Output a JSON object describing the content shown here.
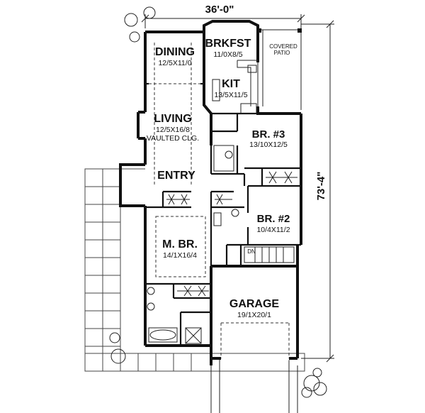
{
  "dimensions": {
    "width": "36'-0\"",
    "depth": "73'-4\""
  },
  "rooms": {
    "dining": {
      "name": "DINING",
      "size": "12/5X11/0"
    },
    "breakfast": {
      "name": "BRKFST",
      "size": "11/0X8/5"
    },
    "covered_patio": {
      "name_line1": "COVERED",
      "name_line2": "PATIO"
    },
    "kitchen": {
      "name": "KIT",
      "size": "13/5X11/5"
    },
    "living": {
      "name": "LIVING",
      "size": "12/5X16/8",
      "note": "VAULTED CLG."
    },
    "bedroom3": {
      "name": "BR. #3",
      "size": "13/10X12/5"
    },
    "entry": {
      "name": "ENTRY"
    },
    "bedroom2": {
      "name": "BR. #2",
      "size": "10/4X11/2"
    },
    "master": {
      "name": "M. BR.",
      "size": "14/1X16/4"
    },
    "garage": {
      "name": "GARAGE",
      "size": "19/1X20/1"
    },
    "stair": {
      "label": "DN"
    }
  }
}
